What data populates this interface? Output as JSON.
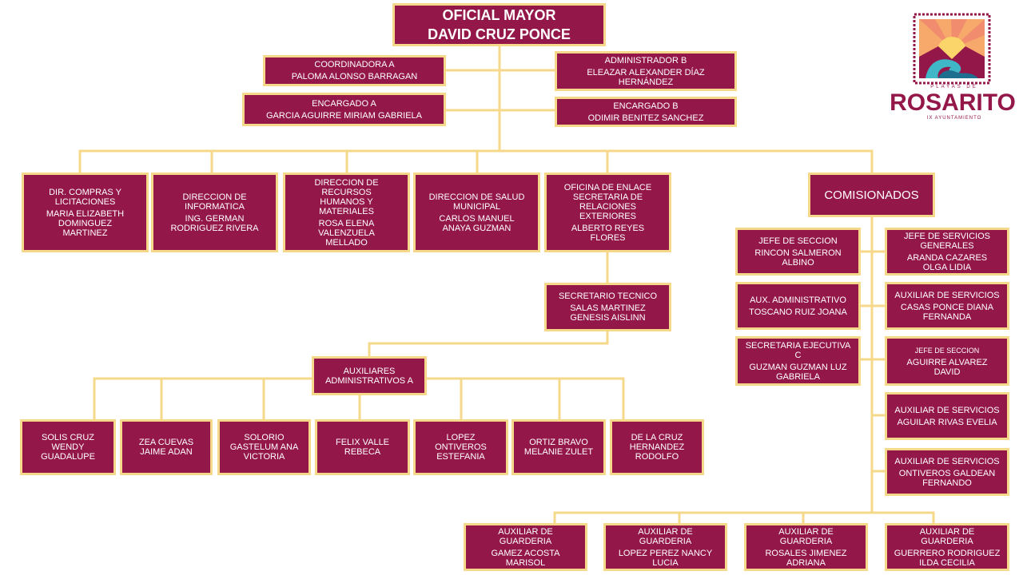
{
  "colors": {
    "box_fill": "#94174a",
    "box_border": "#f5d88a",
    "connector": "#f5d88a",
    "text": "#ffffff"
  },
  "logo": {
    "top": "PLAYAS DE",
    "brand": "ROSARITO",
    "sub": "IX AYUNTAMIENTO",
    "icon": "rosarito-sun-wave-logo"
  },
  "head": {
    "title": "OFICIAL MAYOR",
    "name": "DAVID CRUZ PONCE"
  },
  "staff": {
    "coordinadora": {
      "title": "COORDINADORA A",
      "name": "PALOMA ALONSO BARRAGAN"
    },
    "encargado_a": {
      "title": "ENCARGADO A",
      "name": "GARCIA AGUIRRE MIRIAM GABRIELA"
    },
    "administrador": {
      "title": "ADMINISTRADOR B",
      "name": "ELEAZAR ALEXANDER DÍAZ\nHERNÁNDEZ"
    },
    "encargado_b": {
      "title": "ENCARGADO B",
      "name": "ODIMIR BENITEZ SANCHEZ"
    }
  },
  "directions": [
    {
      "title": "DIR. COMPRAS Y\nLICITACIONES",
      "name": "MARIA ELIZABETH\nDOMINGUEZ\nMARTINEZ"
    },
    {
      "title": "DIRECCION DE\nINFORMATICA",
      "name": "ING. GERMAN\nRODRIGUEZ RIVERA"
    },
    {
      "title": "DIRECCION DE\nRECURSOS\nHUMANOS Y\nMATERIALES",
      "name": "ROSA ELENA\nVALENZUELA\nMELLADO"
    },
    {
      "title": "DIRECCION DE SALUD\nMUNICIPAL",
      "name": "CARLOS MANUEL\nANAYA GUZMAN"
    },
    {
      "title": "OFICINA DE ENLACE\nSECRETARIA DE\nRELACIONES\nEXTERIORES",
      "name": "ALBERTO REYES\nFLORES"
    }
  ],
  "comisionados": {
    "title": "COMISIONADOS"
  },
  "secretario": {
    "title": "SECRETARIO TECNICO",
    "name": "SALAS MARTINEZ\nGENESIS AISLINN"
  },
  "auxiliares": {
    "title": "AUXILIARES\nADMINISTRATIVOS A"
  },
  "aux_people": [
    {
      "name": "SOLIS CRUZ\nWENDY\nGUADALUPE"
    },
    {
      "name": "ZEA CUEVAS\nJAIME ADAN"
    },
    {
      "name": "SOLORIO\nGASTELUM ANA\nVICTORIA"
    },
    {
      "name": "FELIX VALLE\nREBECA"
    },
    {
      "name": "LOPEZ\nONTIVEROS\nESTEFANIA"
    },
    {
      "name": "ORTIZ BRAVO\nMELANIE ZULET"
    },
    {
      "name": "DE LA CRUZ\nHERNANDEZ\nRODOLFO"
    }
  ],
  "com_left": [
    {
      "title": "JEFE DE SECCION",
      "name": "RINCON SALMERON\nALBINO"
    },
    {
      "title": "AUX. ADMINISTRATIVO",
      "name": "TOSCANO RUIZ JOANA"
    },
    {
      "title": "SECRETARIA EJECUTIVA\nC",
      "name": "GUZMAN GUZMAN LUZ\nGABRIELA"
    }
  ],
  "com_right": [
    {
      "title": "JEFE DE SERVICIOS\nGENERALES",
      "name": "ARANDA CAZARES\nOLGA LIDIA"
    },
    {
      "title": "AUXILIAR DE SERVICIOS",
      "name": "CASAS PONCE DIANA\nFERNANDA"
    },
    {
      "title": "JEFE DE SECCION",
      "name": "AGUIRRE ALVAREZ\nDAVID"
    },
    {
      "title": "AUXILIAR  DE SERVICIOS",
      "name": "AGUILAR RIVAS EVELIA"
    },
    {
      "title": "AUXILIAR  DE SERVICIOS",
      "name": "ONTIVEROS GALDEAN\nFERNANDO"
    }
  ],
  "guarderia": [
    {
      "title": "AUXILIAR DE\nGUARDERIA",
      "name": "GAMEZ ACOSTA\nMARISOL"
    },
    {
      "title": "AUXILIAR DE\nGUARDERIA",
      "name": "LOPEZ  PEREZ NANCY\nLUCIA"
    },
    {
      "title": "AUXILIAR DE\nGUARDERIA",
      "name": "ROSALES JIMENEZ\nADRIANA"
    },
    {
      "title": "AUXILIAR DE\nGUARDERIA",
      "name": "GUERRERO RODRIGUEZ\nILDA CECILIA"
    }
  ]
}
